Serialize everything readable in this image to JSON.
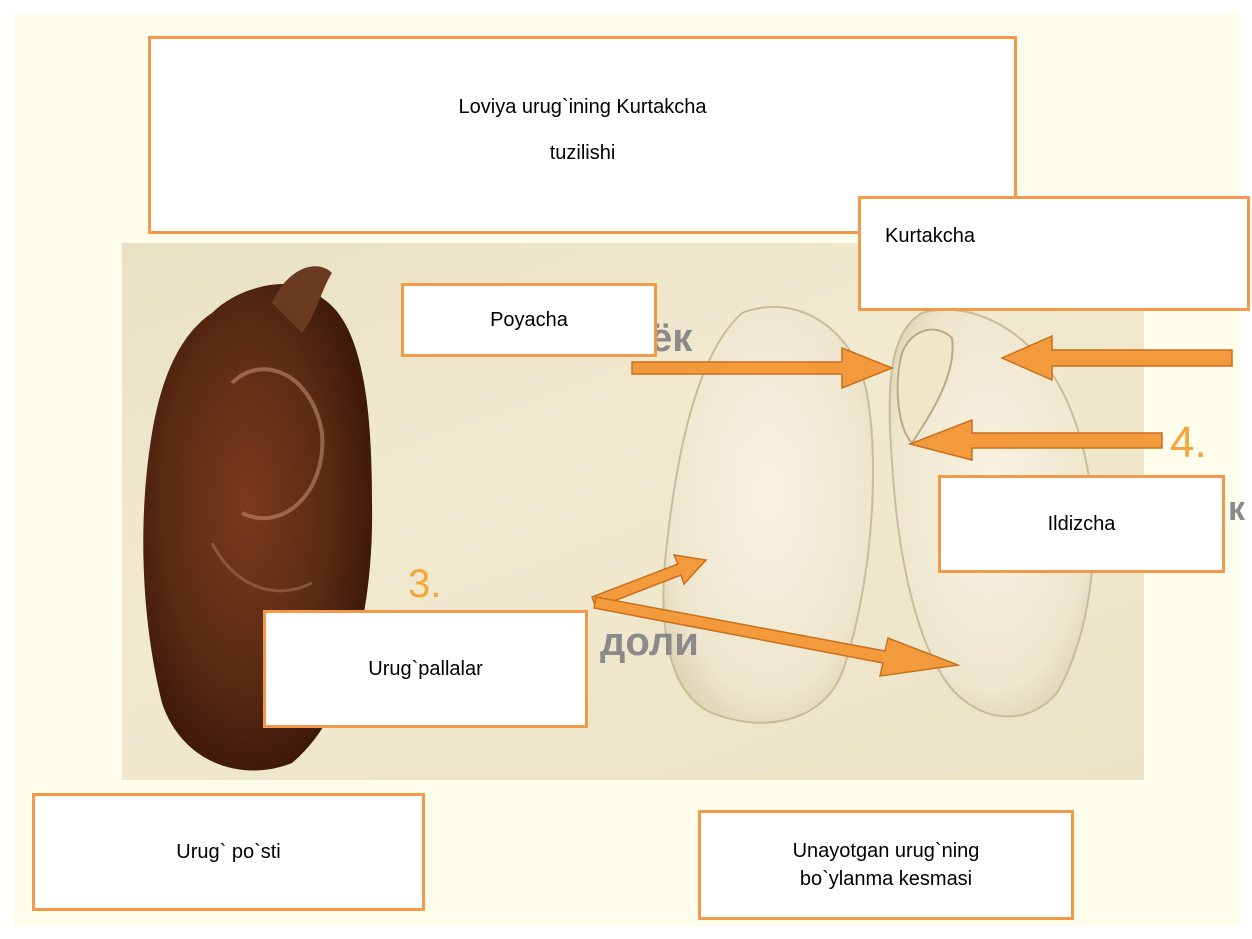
{
  "title_line1": "Loviya urug`ining Kurtakcha",
  "title_line2": "tuzilishi",
  "labels": {
    "kurtakcha": "Kurtakcha",
    "poyacha": "Poyacha",
    "ildizcha": "Ildizcha",
    "urugpallalar": "Urug`pallalar",
    "urug_posti": "Urug` po`sti",
    "unayotgan_line1": "Unayotgan urug`ning",
    "unayotgan_line2": "bo`ylanma kesmasi"
  },
  "background_text": {
    "num3": "3.",
    "num4": "4.",
    "word1": "ёк",
    "word2": "доли",
    "word3": "к"
  },
  "colors": {
    "box_border": "#f29a4a",
    "arrow_fill": "#f39a3c",
    "page_background": "#fefdeb",
    "seed_coat": "#5a2a14",
    "cotyledon": "#f3ecd6"
  }
}
